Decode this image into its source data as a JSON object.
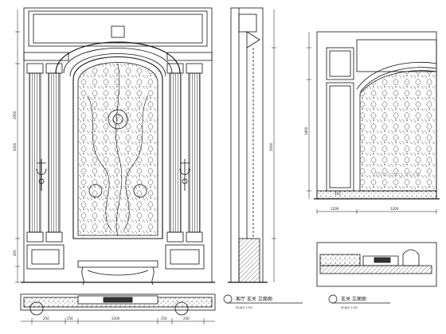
{
  "captions": {
    "front_elevation": "客厅 玄关 立面图",
    "front_scale": "SCALE 1:50",
    "right_elevation": "玄关 立面图",
    "right_scale": "SCALE 1:50"
  },
  "dimensions": {
    "bottom_plan": [
      "250",
      "256",
      "2200",
      "250",
      "240"
    ],
    "left_side": [
      "4300",
      "2900",
      "400"
    ],
    "door_height": "2000",
    "right_plan": [
      "1200",
      "1200",
      "450"
    ],
    "right_side": "1800"
  },
  "watermark": "zhulong.com"
}
